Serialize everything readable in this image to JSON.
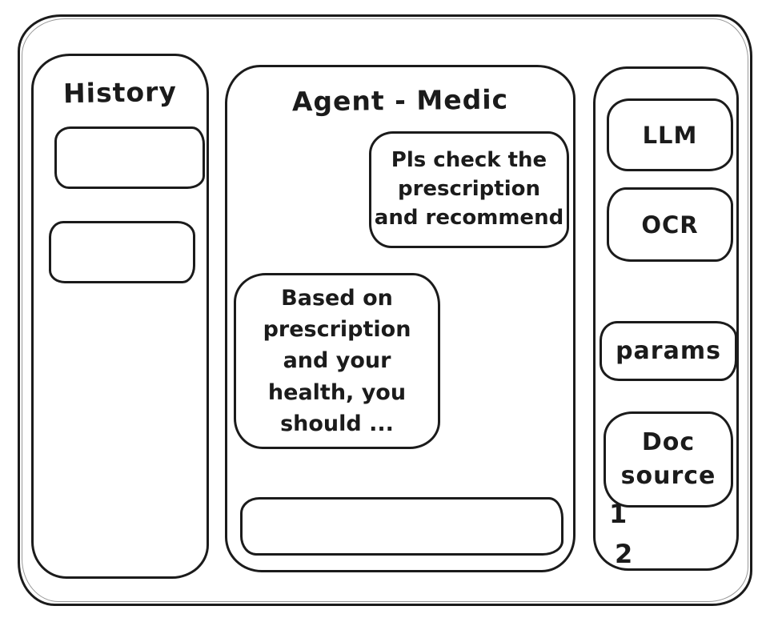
{
  "colors": {
    "stroke": "#1b1b1b",
    "background": "#ffffff"
  },
  "history_panel": {
    "title": "History",
    "items": [
      "",
      ""
    ]
  },
  "chat_panel": {
    "title": "Agent - Medic",
    "messages": [
      {
        "role": "user",
        "text": "Pls check the\nprescription\nand recommend"
      },
      {
        "role": "assistant",
        "text": "Based on\nprescription\nand your\nhealth, you\nshould ..."
      }
    ],
    "input": {
      "value": ""
    }
  },
  "tools_panel": {
    "buttons": [
      {
        "label": "LLM"
      },
      {
        "label": "OCR"
      },
      {
        "label": "params"
      },
      {
        "label": "Doc\nsource"
      }
    ],
    "doc_source_items": [
      "1",
      "2"
    ]
  }
}
